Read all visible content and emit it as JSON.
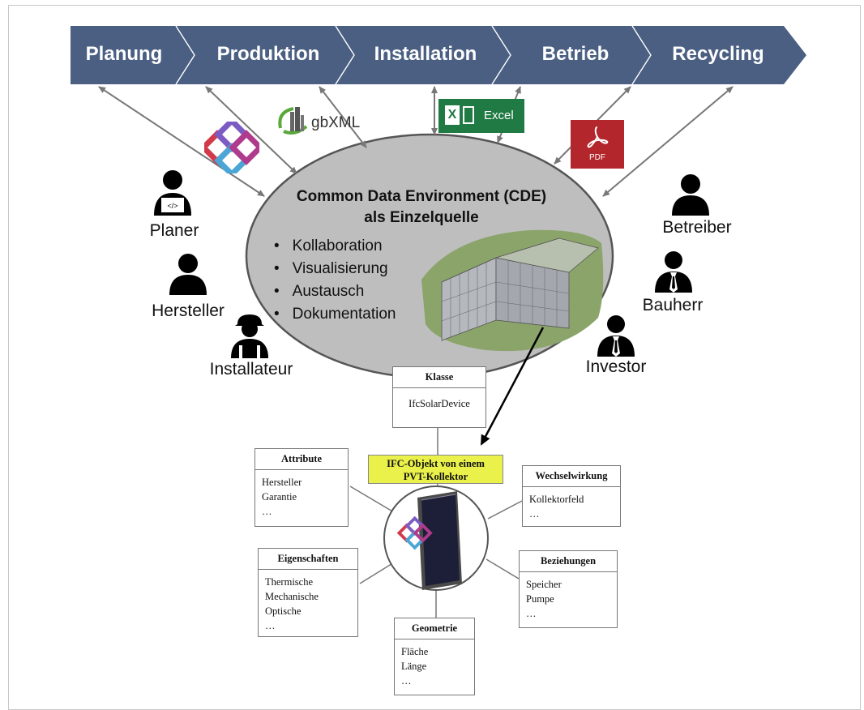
{
  "process_steps": [
    "Planung",
    "Produktion",
    "Installation",
    "Betrieb",
    "Recycling"
  ],
  "formats": {
    "gbxml": "gbXML",
    "excel": "Excel",
    "excel_badge": "X",
    "pdf": "PDF"
  },
  "cde": {
    "title_line1": "Common Data Environment (CDE)",
    "title_line2": "als Einzelquelle",
    "items": [
      "Kollaboration",
      "Visualisierung",
      "Austausch",
      "Dokumentation"
    ]
  },
  "actors_left": [
    "Planer",
    "Hersteller",
    "Installateur"
  ],
  "actors_right": [
    "Betreiber",
    "Bauherr",
    "Investor"
  ],
  "ifc": {
    "class_header": "Klasse",
    "class_value": "IfcSolarDevice",
    "object_label_line1": "IFC-Objekt von einem",
    "object_label_line2": "PVT-Kollektor",
    "attribute": {
      "header": "Attribute",
      "items": [
        "Hersteller",
        "Garantie",
        "…"
      ]
    },
    "wechselwirkung": {
      "header": "Wechselwirkung",
      "items": [
        "Kollektorfeld",
        "…"
      ]
    },
    "eigenschaften": {
      "header": "Eigenschaften",
      "items": [
        "Thermische",
        "Mechanische",
        "Optische",
        "…"
      ]
    },
    "beziehungen": {
      "header": "Beziehungen",
      "items": [
        "Speicher",
        "Pumpe",
        "…"
      ]
    },
    "geometrie": {
      "header": "Geometrie",
      "items": [
        "Fläche",
        "Länge",
        "…"
      ]
    }
  },
  "colors": {
    "chevron": "#4a5f82",
    "ellipse_fill": "#bebebe",
    "ifc_label": "#e9f14a",
    "excel_green": "#1f7a43",
    "pdf_red": "#b3262b"
  }
}
